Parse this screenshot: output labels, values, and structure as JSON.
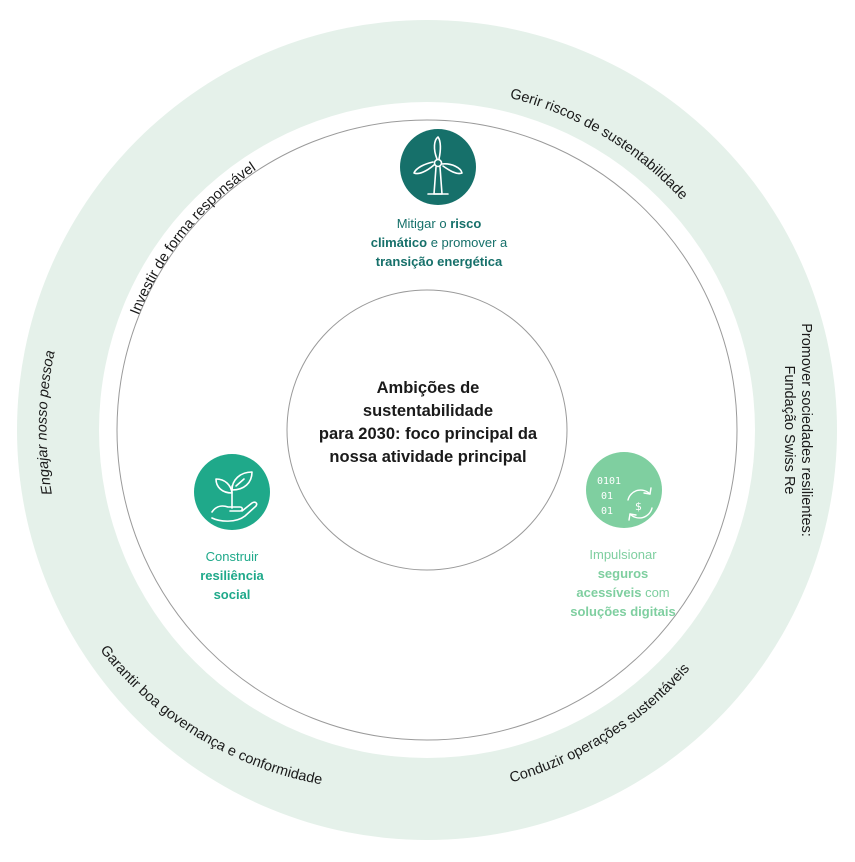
{
  "center": {
    "lines": [
      "Ambições de",
      "sustentabilidade",
      "para 2030: foco principal da",
      "nossa atividade principal"
    ]
  },
  "outer_ring": {
    "invest": "Investir de forma responsável",
    "risks": "Gerir riscos de sustentabilidade",
    "promote_1": "Promover sociedades resilientes:",
    "promote_2": "Fundação Swiss Re",
    "operations": "Conduzir operações sustentáveis",
    "governance": "Garantir boa governança e conformidade",
    "people": "Engajar nosso pessoal"
  },
  "pillars": {
    "climate": {
      "icon": "wind-turbine-icon",
      "color": "#16706a",
      "l1_a": "Mitigar o ",
      "l1_b": "risco",
      "l2_a": "climático",
      "l2_b": " e promover a",
      "l3": "transição energética"
    },
    "social": {
      "icon": "plant-in-hand-icon",
      "color": "#1fa98a",
      "l1": "Construir",
      "l2": "resiliência",
      "l3": "social"
    },
    "digital": {
      "icon": "digital-insurance-icon",
      "color": "#7fcfa0",
      "l1": "Impulsionar",
      "l2": "seguros",
      "l3_a": "acessíveis",
      "l3_b": " com",
      "l4": "soluções digitais"
    }
  },
  "colors": {
    "outer_band": "#e5f1ea",
    "ring_line": "#9a9a9a"
  }
}
